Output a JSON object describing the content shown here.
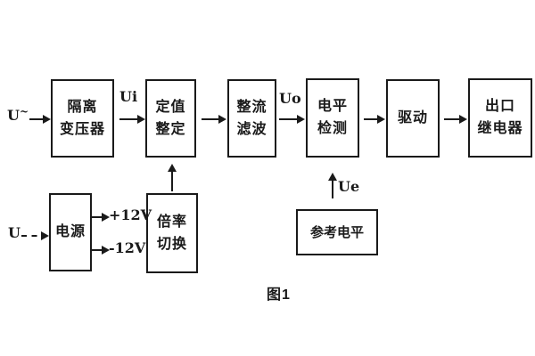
{
  "figure": {
    "caption": "图1"
  },
  "blocks": {
    "isolation_transformer": {
      "line1": "隔离",
      "line2": "变压器"
    },
    "setpoint_adjust": {
      "line1": "定值",
      "line2": "整定"
    },
    "rectify_filter": {
      "line1": "整流",
      "line2": "滤波"
    },
    "level_detect": {
      "line1": "电平",
      "line2": "检测"
    },
    "drive": {
      "label": "驱动"
    },
    "output_relay": {
      "line1": "出口",
      "line2": "继电器"
    },
    "power_supply": {
      "label": "电源"
    },
    "ratio_switch": {
      "line1": "倍率",
      "line2": "切换"
    },
    "reference_level": {
      "label": "参考电平"
    }
  },
  "signals": {
    "ac_input_base": "U",
    "ac_input_sup": "~",
    "ui": "Ui",
    "uo": "Uo",
    "ue": "Ue",
    "dc_input": "U",
    "plus12": "+12V",
    "minus12": "-12V"
  },
  "colors": {
    "line": "#1a1a1a",
    "background": "#ffffff"
  }
}
